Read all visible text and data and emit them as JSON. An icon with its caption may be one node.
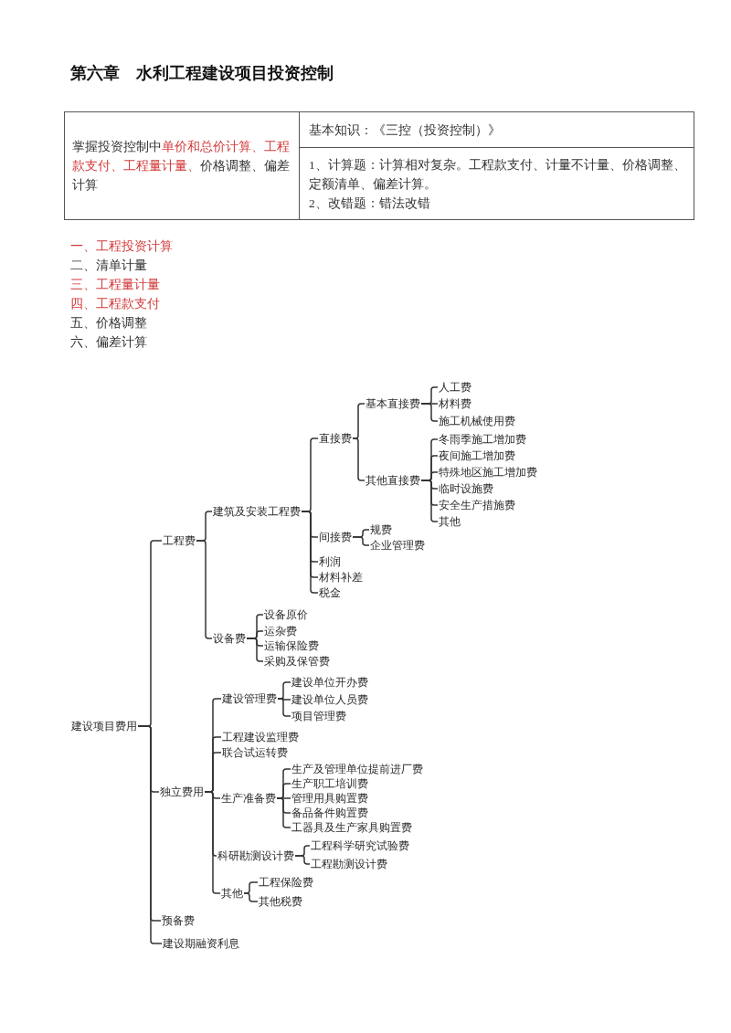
{
  "diagram": {
    "title": "第六章　水利工程建设项目投资控制",
    "nodes": [
      {
        "text": [
          "建设项目费用"
        ]
      },
      {
        "text": [
          "工程费"
        ]
      },
      {
        "text": [
          "建筑及安装工程费"
        ]
      },
      {
        "text": [
          "直接费"
        ]
      },
      {
        "text": [
          "基本直接费"
        ]
      },
      {
        "text": [
          "人工费"
        ]
      },
      {
        "text": [
          "材料费"
        ]
      },
      {
        "text": [
          "施工机械使用费"
        ]
      },
      {
        "text": [
          "其他直接费"
        ]
      },
      {
        "text": [
          "冬雨季施工增加费"
        ]
      },
      {
        "text": [
          "夜间施工增加费"
        ]
      },
      {
        "text": [
          "特殊地区施工增加费"
        ]
      },
      {
        "text": [
          "临时设施费"
        ]
      },
      {
        "text": [
          "安全生产措施费"
        ]
      },
      {
        "text": [
          "其他"
        ]
      },
      {
        "text": [
          "间接费"
        ]
      },
      {
        "text": [
          "规费"
        ]
      },
      {
        "text": [
          "企业管理费"
        ]
      },
      {
        "text": [
          "利润"
        ]
      },
      {
        "text": [
          "材料补差"
        ]
      },
      {
        "text": [
          "税金"
        ]
      },
      {
        "text": [
          "设备费"
        ]
      },
      {
        "text": [
          "设备原价"
        ]
      },
      {
        "text": [
          "运杂费"
        ]
      },
      {
        "text": [
          "运输保险费"
        ]
      },
      {
        "text": [
          "采购及保管费"
        ]
      },
      {
        "text": [
          "独立费用"
        ]
      },
      {
        "text": [
          "建设管理费"
        ]
      },
      {
        "text": [
          "建设单位开办费"
        ]
      },
      {
        "text": [
          "建设单位人员费"
        ]
      },
      {
        "text": [
          "项目管理费"
        ]
      },
      {
        "text": [
          "工程建设监理费"
        ]
      },
      {
        "text": [
          "联合试运转费"
        ]
      },
      {
        "text": [
          "生产准备费"
        ]
      },
      {
        "text": [
          "生产及管理单位提前进厂费"
        ]
      },
      {
        "text": [
          "生产职工培训费"
        ]
      },
      {
        "text": [
          "管理用具购置费"
        ]
      },
      {
        "text": [
          "备品备件购置费"
        ]
      },
      {
        "text": [
          "工器具及生产家具购置费"
        ]
      },
      {
        "text": [
          "科研勘测设计费"
        ]
      },
      {
        "text": [
          "工程科学研究试验费"
        ]
      },
      {
        "text": [
          "工程勘测设计费"
        ]
      },
      {
        "text": [
          "其他"
        ]
      },
      {
        "text": [
          "工程保险费"
        ]
      },
      {
        "text": [
          "其他税费"
        ]
      },
      {
        "text": [
          "预备费"
        ]
      },
      {
        "text": [
          "建设期融资利息"
        ]
      }
    ],
    "edges": [
      {
        "from": 0,
        "to": 1,
        "arrow": "none"
      },
      {
        "from": 0,
        "to": 26,
        "arrow": "none"
      },
      {
        "from": 0,
        "to": 45,
        "arrow": "none"
      },
      {
        "from": 0,
        "to": 46,
        "arrow": "none"
      },
      {
        "from": 1,
        "to": 2,
        "arrow": "none"
      },
      {
        "from": 1,
        "to": 21,
        "arrow": "none"
      },
      {
        "from": 2,
        "to": 3,
        "arrow": "none"
      },
      {
        "from": 2,
        "to": 15,
        "arrow": "none"
      },
      {
        "from": 2,
        "to": 18,
        "arrow": "none"
      },
      {
        "from": 2,
        "to": 19,
        "arrow": "none"
      },
      {
        "from": 2,
        "to": 20,
        "arrow": "none"
      },
      {
        "from": 3,
        "to": 4,
        "arrow": "none"
      },
      {
        "from": 3,
        "to": 8,
        "arrow": "none"
      },
      {
        "from": 4,
        "to": 5,
        "arrow": "none"
      },
      {
        "from": 4,
        "to": 6,
        "arrow": "none"
      },
      {
        "from": 4,
        "to": 7,
        "arrow": "none"
      },
      {
        "from": 8,
        "to": 9,
        "arrow": "none"
      },
      {
        "from": 8,
        "to": 10,
        "arrow": "none"
      },
      {
        "from": 8,
        "to": 11,
        "arrow": "none"
      },
      {
        "from": 8,
        "to": 12,
        "arrow": "none"
      },
      {
        "from": 8,
        "to": 13,
        "arrow": "none"
      },
      {
        "from": 8,
        "to": 14,
        "arrow": "none"
      },
      {
        "from": 15,
        "to": 16,
        "arrow": "none"
      },
      {
        "from": 15,
        "to": 17,
        "arrow": "none"
      },
      {
        "from": 21,
        "to": 22,
        "arrow": "none"
      },
      {
        "from": 21,
        "to": 23,
        "arrow": "none"
      },
      {
        "from": 21,
        "to": 24,
        "arrow": "none"
      },
      {
        "from": 21,
        "to": 25,
        "arrow": "none"
      },
      {
        "from": 26,
        "to": 27,
        "arrow": "none"
      },
      {
        "from": 26,
        "to": 31,
        "arrow": "none"
      },
      {
        "from": 26,
        "to": 32,
        "arrow": "none"
      },
      {
        "from": 26,
        "to": 33,
        "arrow": "none"
      },
      {
        "from": 26,
        "to": 39,
        "arrow": "none"
      },
      {
        "from": 26,
        "to": 42,
        "arrow": "none"
      },
      {
        "from": 27,
        "to": 28,
        "arrow": "none"
      },
      {
        "from": 27,
        "to": 29,
        "arrow": "none"
      },
      {
        "from": 27,
        "to": 30,
        "arrow": "none"
      },
      {
        "from": 33,
        "to": 34,
        "arrow": "none"
      },
      {
        "from": 33,
        "to": 35,
        "arrow": "none"
      },
      {
        "from": 33,
        "to": 36,
        "arrow": "none"
      },
      {
        "from": 33,
        "to": 37,
        "arrow": "none"
      },
      {
        "from": 33,
        "to": 38,
        "arrow": "none"
      },
      {
        "from": 39,
        "to": 40,
        "arrow": "none"
      },
      {
        "from": 39,
        "to": 41,
        "arrow": "none"
      },
      {
        "from": 42,
        "to": 43,
        "arrow": "none"
      },
      {
        "from": 42,
        "to": 44,
        "arrow": "none"
      }
    ],
    "labels": [
      "掌握投资控制中**单价和总价计算、工程款支付、工程量计量、**价格调整、偏差计算",
      "基本知识：《三控（投资控制）》",
      "1、计算题：计算相对复杂。工程款支付、计量不计量、价格调整、定额清单、偏差计算。",
      "2、改错题：错法改错",
      "一、工程投资计算",
      "二、清单计量",
      "三、工程量计量",
      "四、工程款支付",
      "五、价格调整",
      "六、偏差计算"
    ]
  }
}
